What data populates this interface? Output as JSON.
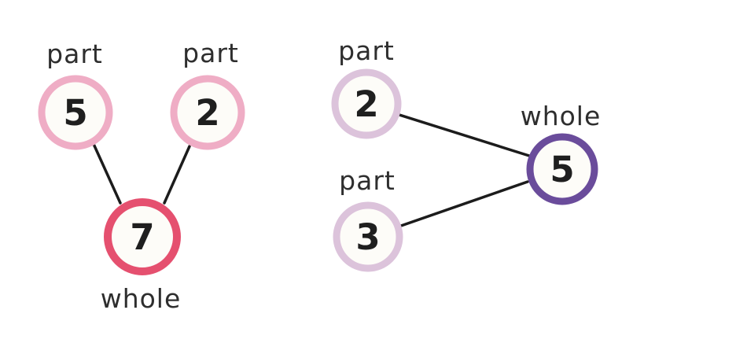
{
  "diagrams": [
    {
      "name": "number-bond-7",
      "part_labels": [
        "part",
        "part"
      ],
      "whole_label": "whole",
      "parts": [
        "5",
        "2"
      ],
      "whole": "7",
      "part_color": "#efadc5",
      "whole_color": "#e5506f"
    },
    {
      "name": "number-bond-5",
      "part_labels": [
        "part",
        "part"
      ],
      "whole_label": "whole",
      "parts": [
        "2",
        "3"
      ],
      "whole": "5",
      "part_color": "#dcc3db",
      "whole_color": "#6a4c9b"
    }
  ],
  "line_color": "#1c1c1c",
  "text_color": "#2e2e2e",
  "number_color": "#1f1f1f",
  "background_color": "#ffffff",
  "circle_fill": "#fdfcf8"
}
